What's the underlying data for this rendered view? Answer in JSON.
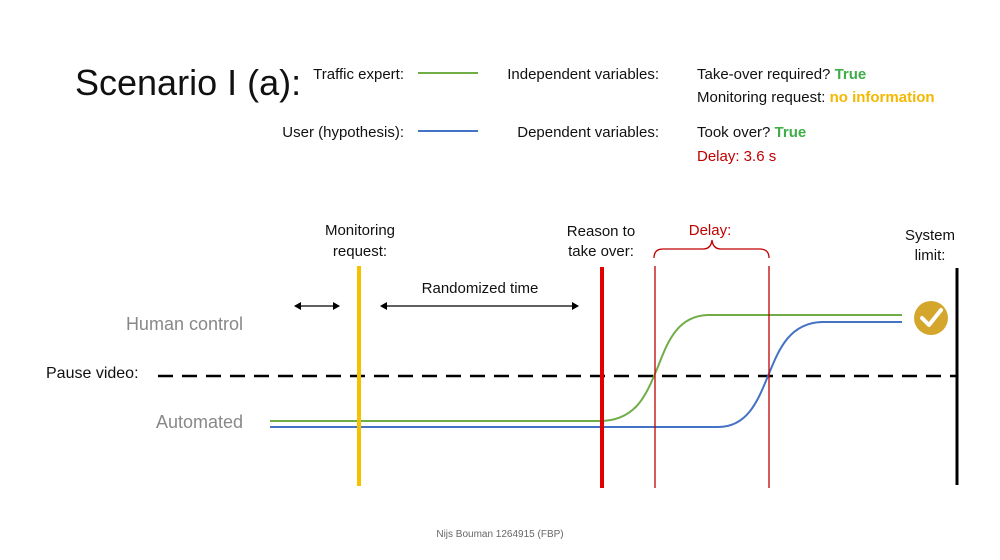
{
  "title": "Scenario I (a):",
  "legend": {
    "traffic_expert": "Traffic expert:",
    "user_hypothesis": "User (hypothesis):",
    "independent": "Independent variables:",
    "dependent": "Dependent variables:"
  },
  "variables": {
    "takeover_required_label": "Take-over required?",
    "takeover_required_value": "True",
    "monitoring_request_label": "Monitoring request:",
    "monitoring_request_value": "no information",
    "took_over_label": "Took over?",
    "took_over_value": "True",
    "delay": "Delay: 3.6 s"
  },
  "timeline": {
    "monitoring_request": "Monitoring request:",
    "reason_to_take_over": "Reason to take over:",
    "delay_label": "Delay:",
    "system_limit": "System limit:",
    "randomized_time": "Randomized time",
    "human_control": "Human control",
    "automated": "Automated",
    "pause_video": "Pause video:"
  },
  "colors": {
    "expert_line": "#70ad47",
    "user_line": "#4472c4",
    "monitoring_line": "#f5c000",
    "reason_line": "#e00000",
    "delay_line": "#c00000",
    "check_badge": "#d4a72c"
  },
  "footer": "Nijs Bouman 1264915 (FBP)"
}
